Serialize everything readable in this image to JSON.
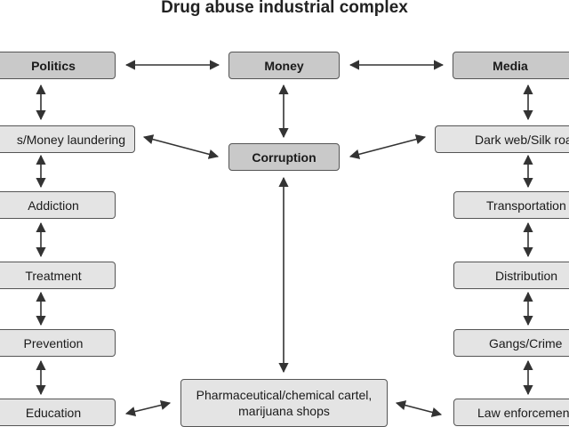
{
  "title": "Drug abuse industrial complex",
  "top": {
    "politics": "Politics",
    "money": "Money",
    "media": "Media"
  },
  "center": {
    "corruption": "Corruption",
    "pharma_line1": "Pharmaceutical/chemical cartel,",
    "pharma_line2": "marijuana shops"
  },
  "left_column": [
    "s/Money laundering",
    "Addiction",
    "Treatment",
    "Prevention",
    "Education"
  ],
  "right_column": [
    "Dark web/Silk roa",
    "Transportation",
    "Distribution",
    "Gangs/Crime",
    "Law enforcemen"
  ]
}
